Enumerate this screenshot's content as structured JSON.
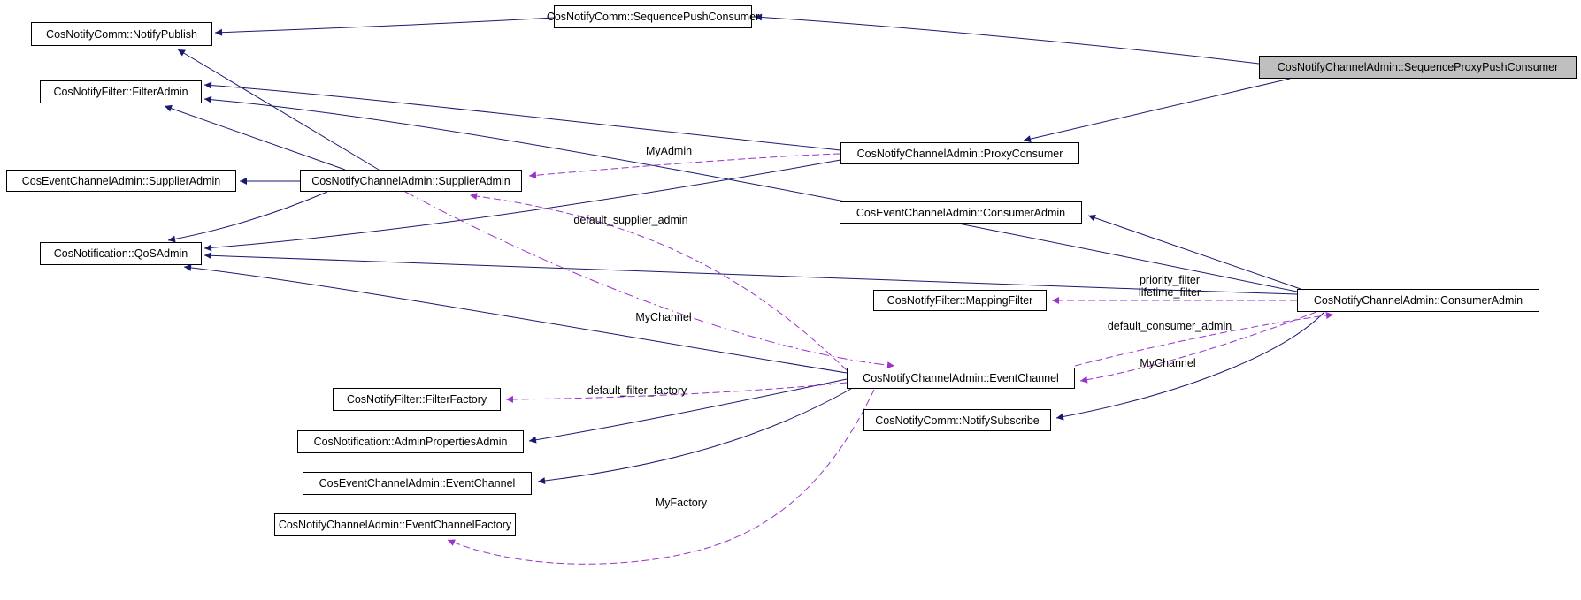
{
  "diagram": {
    "kind": "collaboration-class-diagram",
    "focus_node_id": "seq_proxy_push_consumer",
    "colors": {
      "inheritance_edge": "#191970",
      "usage_edge": "#9a32cd",
      "node_background": "#ffffff",
      "focus_node_background": "#bfbfbf",
      "node_border": "#000000",
      "text": "#000000",
      "background": "#ffffff"
    },
    "nodes": {
      "notify_publish": {
        "label": "CosNotifyComm::NotifyPublish"
      },
      "seq_push_consumer": {
        "label": "CosNotifyComm::SequencePushConsumer"
      },
      "seq_proxy_push_consumer": {
        "label": "CosNotifyChannelAdmin::SequenceProxyPushConsumer"
      },
      "filter_admin": {
        "label": "CosNotifyFilter::FilterAdmin"
      },
      "event_supplier_admin": {
        "label": "CosEventChannelAdmin::SupplierAdmin"
      },
      "notify_supplier_admin": {
        "label": "CosNotifyChannelAdmin::SupplierAdmin"
      },
      "proxy_consumer": {
        "label": "CosNotifyChannelAdmin::ProxyConsumer"
      },
      "event_consumer_admin": {
        "label": "CosEventChannelAdmin::ConsumerAdmin"
      },
      "qos_admin": {
        "label": "CosNotification::QoSAdmin"
      },
      "mapping_filter": {
        "label": "CosNotifyFilter::MappingFilter"
      },
      "notify_consumer_admin": {
        "label": "CosNotifyChannelAdmin::ConsumerAdmin"
      },
      "event_channel": {
        "label": "CosNotifyChannelAdmin::EventChannel"
      },
      "notify_subscribe": {
        "label": "CosNotifyComm::NotifySubscribe"
      },
      "filter_factory": {
        "label": "CosNotifyFilter::FilterFactory"
      },
      "admin_properties_admin": {
        "label": "CosNotification::AdminPropertiesAdmin"
      },
      "event_channel_base": {
        "label": "CosEventChannelAdmin::EventChannel"
      },
      "event_channel_factory": {
        "label": "CosNotifyChannelAdmin::EventChannelFactory"
      }
    },
    "edge_labels": {
      "my_admin": "MyAdmin",
      "default_supplier_admin": "default_supplier_admin",
      "priority_filter": "priority_filter",
      "lifetime_filter": "lifetime_filter",
      "default_consumer_admin": "default_consumer_admin",
      "my_channel_supplier": "MyChannel",
      "my_channel_consumer": "MyChannel",
      "default_filter_factory": "default_filter_factory",
      "my_factory": "MyFactory"
    },
    "edges": [
      {
        "from": "seq_push_consumer",
        "to": "notify_publish",
        "type": "inheritance"
      },
      {
        "from": "seq_proxy_push_consumer",
        "to": "seq_push_consumer",
        "type": "inheritance"
      },
      {
        "from": "seq_proxy_push_consumer",
        "to": "proxy_consumer",
        "type": "inheritance"
      },
      {
        "from": "proxy_consumer",
        "to": "filter_admin",
        "type": "inheritance"
      },
      {
        "from": "proxy_consumer",
        "to": "qos_admin",
        "type": "inheritance"
      },
      {
        "from": "notify_supplier_admin",
        "to": "notify_publish",
        "type": "inheritance"
      },
      {
        "from": "notify_supplier_admin",
        "to": "filter_admin",
        "type": "inheritance"
      },
      {
        "from": "notify_supplier_admin",
        "to": "event_supplier_admin",
        "type": "inheritance"
      },
      {
        "from": "notify_supplier_admin",
        "to": "qos_admin",
        "type": "inheritance"
      },
      {
        "from": "notify_consumer_admin",
        "to": "filter_admin",
        "type": "inheritance"
      },
      {
        "from": "notify_consumer_admin",
        "to": "qos_admin",
        "type": "inheritance"
      },
      {
        "from": "notify_consumer_admin",
        "to": "event_consumer_admin",
        "type": "inheritance"
      },
      {
        "from": "notify_consumer_admin",
        "to": "notify_subscribe",
        "type": "inheritance"
      },
      {
        "from": "event_channel",
        "to": "qos_admin",
        "type": "inheritance"
      },
      {
        "from": "event_channel",
        "to": "admin_properties_admin",
        "type": "inheritance"
      },
      {
        "from": "event_channel",
        "to": "event_channel_base",
        "type": "inheritance"
      },
      {
        "from": "proxy_consumer",
        "to": "notify_supplier_admin",
        "type": "usage",
        "labels": [
          "MyAdmin"
        ]
      },
      {
        "from": "event_channel",
        "to": "notify_supplier_admin",
        "type": "usage",
        "labels": [
          "default_supplier_admin"
        ]
      },
      {
        "from": "notify_supplier_admin",
        "to": "event_channel",
        "type": "usage",
        "labels": [
          "MyChannel"
        ]
      },
      {
        "from": "notify_consumer_admin",
        "to": "mapping_filter",
        "type": "usage",
        "labels": [
          "priority_filter",
          "lifetime_filter"
        ]
      },
      {
        "from": "event_channel",
        "to": "notify_consumer_admin",
        "type": "usage",
        "labels": [
          "default_consumer_admin"
        ]
      },
      {
        "from": "notify_consumer_admin",
        "to": "event_channel",
        "type": "usage",
        "labels": [
          "MyChannel"
        ]
      },
      {
        "from": "event_channel",
        "to": "filter_factory",
        "type": "usage",
        "labels": [
          "default_filter_factory"
        ]
      },
      {
        "from": "event_channel",
        "to": "event_channel_factory",
        "type": "usage",
        "labels": [
          "MyFactory"
        ]
      }
    ]
  }
}
